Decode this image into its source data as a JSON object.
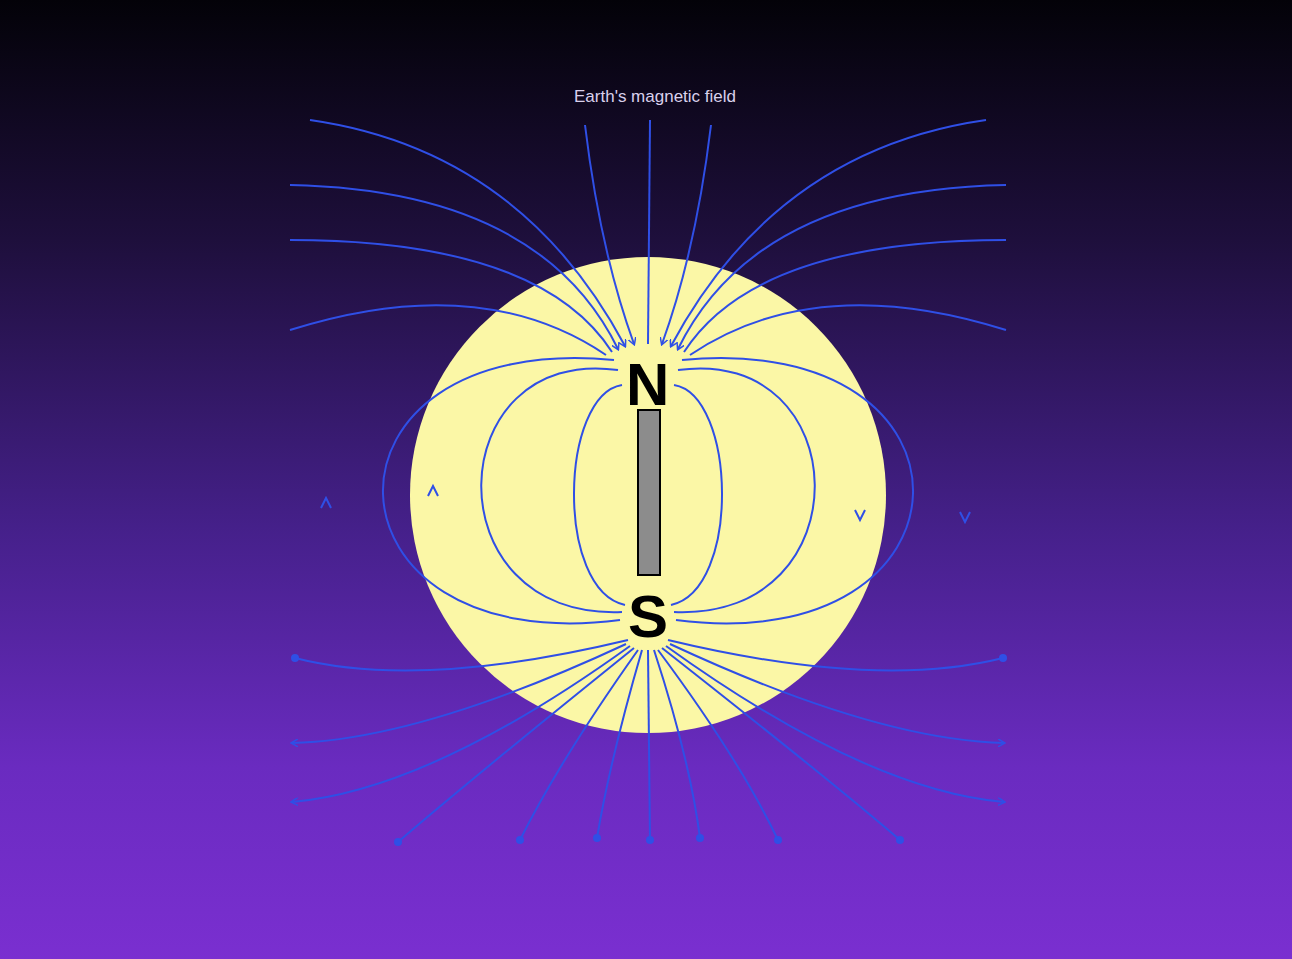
{
  "diagram": {
    "title": "Earth's magnetic field",
    "labels": [
      "N",
      "S"
    ]
  }
}
